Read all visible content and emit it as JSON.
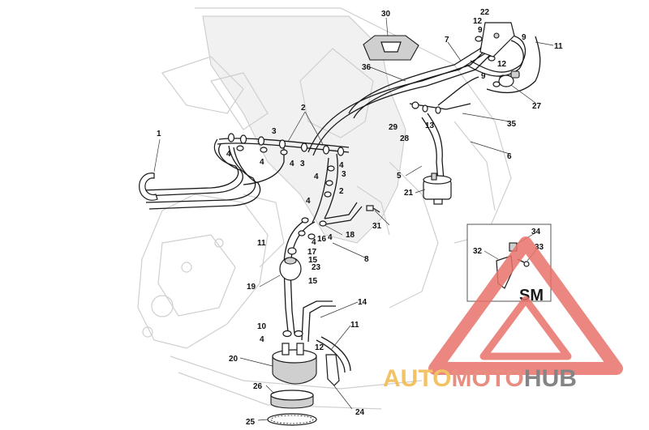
{
  "callouts": {
    "c1": "1",
    "c2": "2",
    "c3": "3",
    "c4": "4",
    "c5": "5",
    "c6": "6",
    "c7": "7",
    "c8": "8",
    "c9": "9",
    "c10": "10",
    "c11": "11",
    "c12": "12",
    "c13": "13",
    "c14": "14",
    "c15": "15",
    "c16": "16",
    "c17": "17",
    "c18": "18",
    "c19": "19",
    "c20": "20",
    "c21": "21",
    "c22": "22",
    "c23": "23",
    "c24": "24",
    "c25": "25",
    "c26": "26",
    "c27": "27",
    "c28": "28",
    "c29": "29",
    "c30": "30",
    "c31": "31",
    "c32": "32",
    "c33": "33",
    "c34": "34",
    "c35": "35",
    "c36": "36"
  },
  "inset": {
    "label": "SM"
  },
  "watermark": {
    "part1": "AUTO",
    "part2": "MOTO",
    "part3": "HUB",
    "color1": "#f2b84b",
    "color2": "#e57a6c",
    "color3": "#707070"
  }
}
